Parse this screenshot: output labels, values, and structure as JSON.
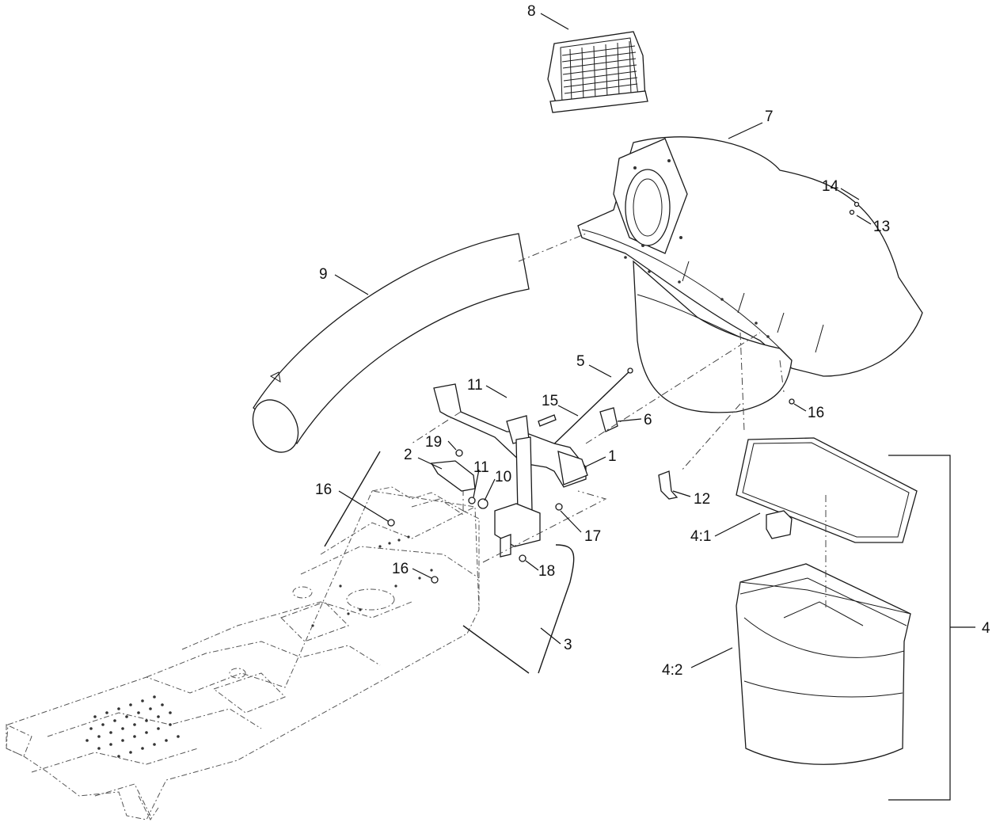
{
  "labels": {
    "p1": "1",
    "p2": "2",
    "p3": "3",
    "p4": "4",
    "p4_1": "4:1",
    "p4_2": "4:2",
    "p5": "5",
    "p6": "6",
    "p7": "7",
    "p8": "8",
    "p9": "9",
    "p10": "10",
    "p11a": "11",
    "p11b": "11",
    "p12": "12",
    "p13": "13",
    "p14": "14",
    "p15": "15",
    "p16a": "16",
    "p16b": "16",
    "p16c": "16",
    "p17": "17",
    "p18": "18",
    "p19": "19"
  }
}
